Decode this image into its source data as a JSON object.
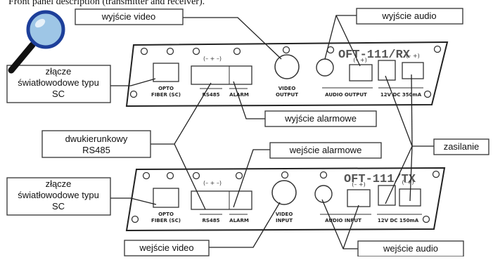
{
  "header_text": "Front panel description (transmitter and receiver).",
  "panel_rx": {
    "model": "OFT-111/RX",
    "labels": {
      "opto_line1": "OPTO",
      "opto_line2": "FIBER (SC)",
      "rs485": "RS485",
      "alarm": "ALARM",
      "video_line1": "VIDEO",
      "video_line2": "OUTPUT",
      "audio": "AUDIO OUTPUT",
      "power": "12V DC 350mA"
    },
    "signs": {
      "rs485": "(–  +  –)",
      "audio": "(–  +)",
      "power": "(–  +)"
    }
  },
  "panel_tx": {
    "model": "OFT-111/TX",
    "labels": {
      "opto_line1": "OPTO",
      "opto_line2": "FIBER (SC)",
      "rs485": "RS485",
      "alarm": "ALARM",
      "video_line1": "VIDEO",
      "video_line2": "INPUT",
      "audio": "AUDIO INPUT",
      "power": "12V DC 150mA"
    },
    "signs": {
      "rs485": "(–  +  –)",
      "audio": "(–  +)",
      "power": "(–+)"
    }
  },
  "callouts": {
    "video_out": "wyjście video",
    "audio_out": "wyjście audio",
    "fiber_top_l1": "złącze",
    "fiber_top_l2": "światłowodowe typu",
    "fiber_top_l3": "SC",
    "alarm_out": "wyjście alarmowe",
    "rs485_l1": "dwukierunkowy",
    "rs485_l2": "RS485",
    "alarm_in": "wejście alarmowe",
    "power": "zasilanie",
    "fiber_bot_l1": "złącze",
    "fiber_bot_l2": "światłowodowe typu",
    "fiber_bot_l3": "SC",
    "video_in": "wejście video",
    "audio_in": "wejście audio"
  },
  "colors": {
    "magnifier_lens": "#9ec6e6",
    "magnifier_ring": "#1d3f9a",
    "magnifier_handle": "#111111",
    "panel_fill": "#ffffff",
    "line": "#222222"
  }
}
